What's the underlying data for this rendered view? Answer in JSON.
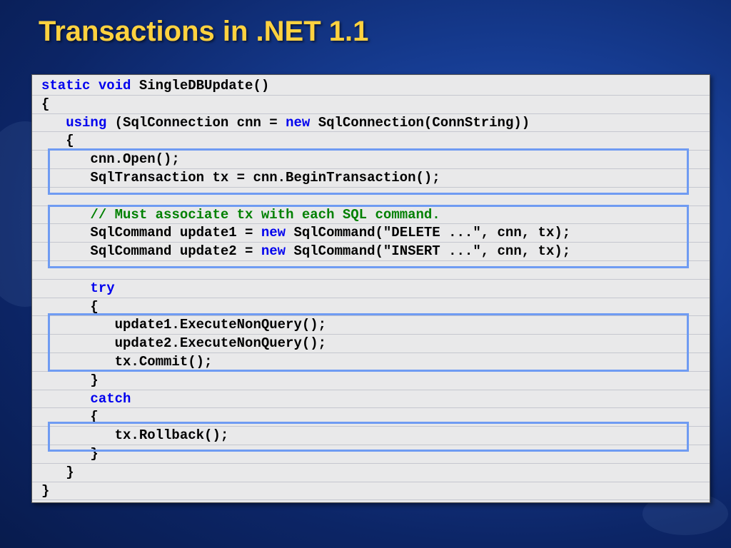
{
  "slide": {
    "title": "Transactions in .NET 1.1"
  },
  "colors": {
    "title": "#ffd23f",
    "keyword": "#0000ee",
    "comment": "#008000",
    "highlight_box": "#6f9bf2",
    "code_background": "#e9e9ea"
  },
  "code": {
    "lines": [
      [
        {
          "t": "keyword",
          "v": "static void"
        },
        {
          "t": "text",
          "v": " SingleDBUpdate()"
        }
      ],
      [
        {
          "t": "text",
          "v": "{"
        }
      ],
      [
        {
          "t": "text",
          "v": "   "
        },
        {
          "t": "keyword",
          "v": "using"
        },
        {
          "t": "text",
          "v": " (SqlConnection cnn = "
        },
        {
          "t": "keyword",
          "v": "new"
        },
        {
          "t": "text",
          "v": " SqlConnection(ConnString))"
        }
      ],
      [
        {
          "t": "text",
          "v": "   {"
        }
      ],
      [
        {
          "t": "text",
          "v": "      cnn.Open();"
        }
      ],
      [
        {
          "t": "text",
          "v": "      SqlTransaction tx = cnn.BeginTransaction();"
        }
      ],
      [],
      [
        {
          "t": "text",
          "v": "      "
        },
        {
          "t": "comment",
          "v": "// Must associate tx with each SQL command."
        }
      ],
      [
        {
          "t": "text",
          "v": "      SqlCommand update1 = "
        },
        {
          "t": "keyword",
          "v": "new"
        },
        {
          "t": "text",
          "v": " SqlCommand(\"DELETE ...\", cnn, tx);"
        }
      ],
      [
        {
          "t": "text",
          "v": "      SqlCommand update2 = "
        },
        {
          "t": "keyword",
          "v": "new"
        },
        {
          "t": "text",
          "v": " SqlCommand(\"INSERT ...\", cnn, tx);"
        }
      ],
      [],
      [
        {
          "t": "text",
          "v": "      "
        },
        {
          "t": "keyword",
          "v": "try"
        }
      ],
      [
        {
          "t": "text",
          "v": "      {"
        }
      ],
      [
        {
          "t": "text",
          "v": "         update1.ExecuteNonQuery();"
        }
      ],
      [
        {
          "t": "text",
          "v": "         update2.ExecuteNonQuery();"
        }
      ],
      [
        {
          "t": "text",
          "v": "         tx.Commit();"
        }
      ],
      [
        {
          "t": "text",
          "v": "      }"
        }
      ],
      [
        {
          "t": "text",
          "v": "      "
        },
        {
          "t": "keyword",
          "v": "catch"
        }
      ],
      [
        {
          "t": "text",
          "v": "      {"
        }
      ],
      [
        {
          "t": "text",
          "v": "         tx.Rollback();"
        }
      ],
      [
        {
          "t": "text",
          "v": "      }"
        }
      ],
      [
        {
          "t": "text",
          "v": "   }"
        }
      ],
      [
        {
          "t": "text",
          "v": "}"
        }
      ]
    ]
  }
}
